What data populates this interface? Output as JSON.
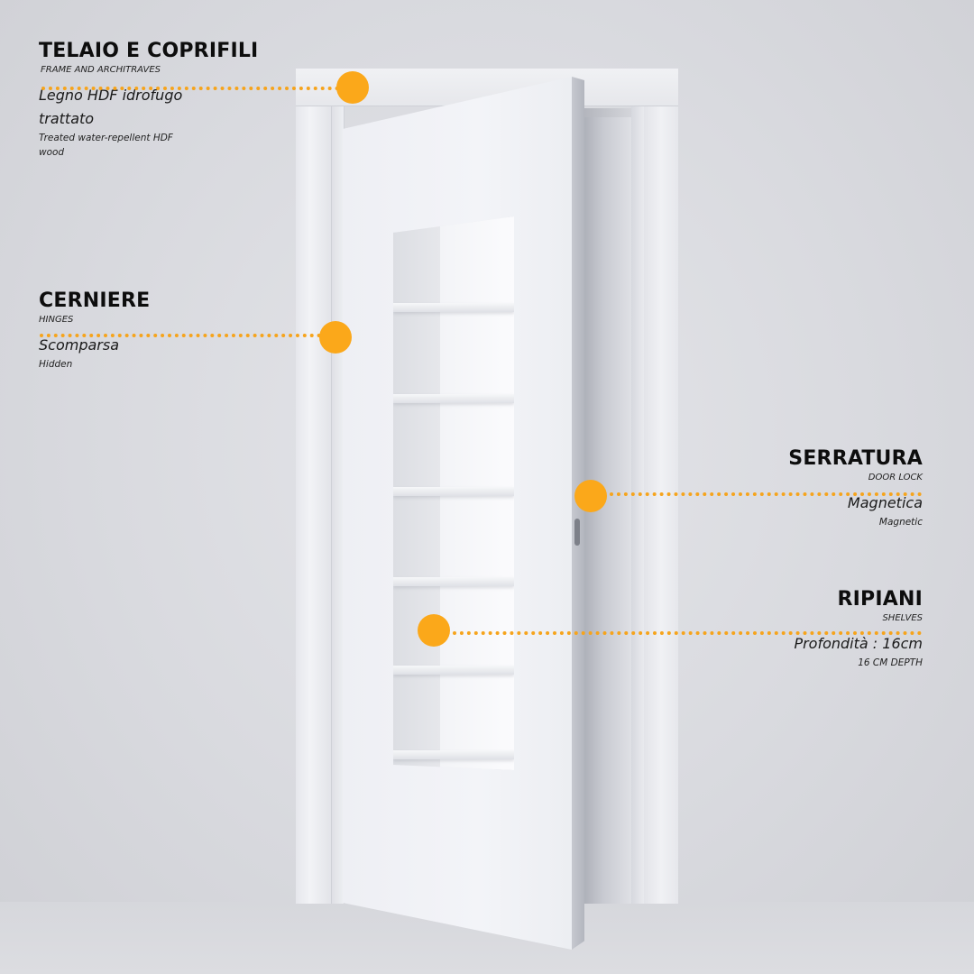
{
  "colors": {
    "accent": "#fba81a",
    "background": "#dcdde1",
    "door": "#f0f1f5",
    "text": "#111111"
  },
  "product": {
    "shelf_count": 6,
    "icon": "bookshelf-door-illustration"
  },
  "callouts": [
    {
      "id": "frame",
      "title": "TELAIO E COPRIFILI",
      "subtitle": "FRAME AND ARCHITRAVES",
      "value": "Legno HDF idrofugo trattato",
      "value_en": "Treated water-repellent HDF wood",
      "side": "left"
    },
    {
      "id": "hinges",
      "title": "CERNIERE",
      "subtitle": "HINGES",
      "value": "Scomparsa",
      "value_en": "Hidden",
      "side": "left"
    },
    {
      "id": "lock",
      "title": "SERRATURA",
      "subtitle": "DOOR LOCK",
      "value": "Magnetica",
      "value_en": "Magnetic",
      "side": "right"
    },
    {
      "id": "shelves",
      "title": "RIPIANI",
      "subtitle": "SHELVES",
      "value": "Profondità : 16cm",
      "value_en": "16 CM DEPTH",
      "side": "right"
    }
  ]
}
